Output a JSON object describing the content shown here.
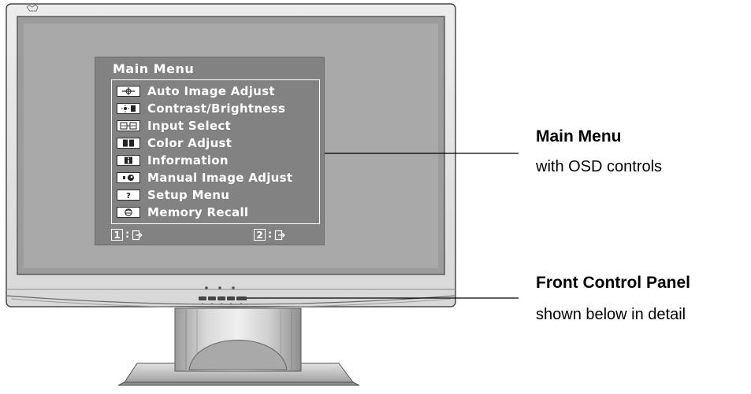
{
  "osd": {
    "title": "Main Menu",
    "items": [
      {
        "label": "Auto Image Adjust",
        "icon": "crosshair-icon"
      },
      {
        "label": "Contrast/Brightness",
        "icon": "contrast-brightness-icon"
      },
      {
        "label": "Input Select",
        "icon": "input-select-icon"
      },
      {
        "label": "Color Adjust",
        "icon": "color-adjust-icon"
      },
      {
        "label": "Information",
        "icon": "information-icon"
      },
      {
        "label": "Manual Image Adjust",
        "icon": "manual-image-adjust-icon"
      },
      {
        "label": "Setup Menu",
        "icon": "setup-menu-icon"
      },
      {
        "label": "Memory Recall",
        "icon": "memory-recall-icon"
      }
    ],
    "keys": [
      {
        "number": "1",
        "separator": ":"
      },
      {
        "number": "2",
        "separator": ":"
      }
    ]
  },
  "callouts": {
    "main_menu": {
      "title": "Main Menu",
      "subtitle": "with OSD controls"
    },
    "front_panel": {
      "title": "Front Control Panel",
      "subtitle": "shown below in detail"
    }
  },
  "colors": {
    "screen": "#a8a8a8",
    "osd_background": "#828282",
    "bezel": "#e6e6e6"
  }
}
